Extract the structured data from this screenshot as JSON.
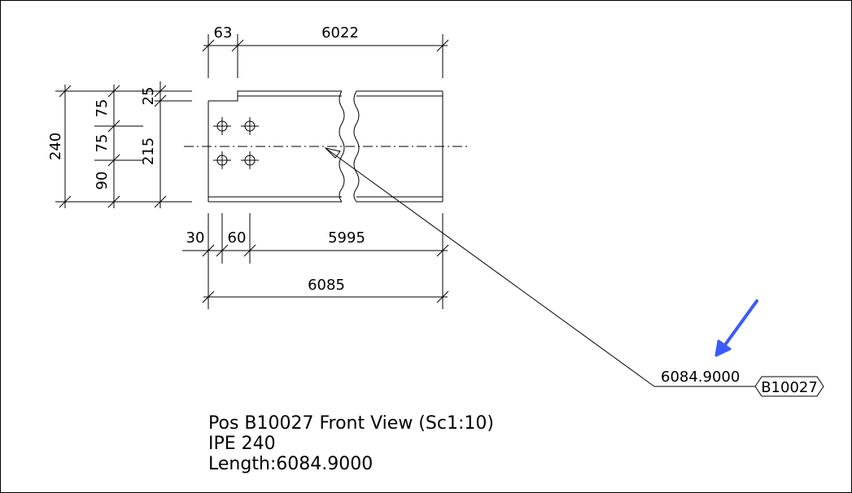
{
  "dimensions": {
    "top_left": "63",
    "top_right": "6022",
    "left_overall": "240",
    "left_75_upper": "75",
    "left_75_lower": "75",
    "left_90": "90",
    "left_215": "215",
    "left_25": "25",
    "bottom_30": "30",
    "bottom_60": "60",
    "bottom_5995": "5995",
    "bottom_overall": "6085"
  },
  "leader": {
    "value": "6084.9000",
    "tag": "B10027"
  },
  "title_block": {
    "line1": "Pos B10027 Front View (Sc1:10)",
    "line2": "IPE 240",
    "line3": "Length:6084.9000"
  },
  "annotation": {
    "arrow_color": "#3b5bfd"
  }
}
